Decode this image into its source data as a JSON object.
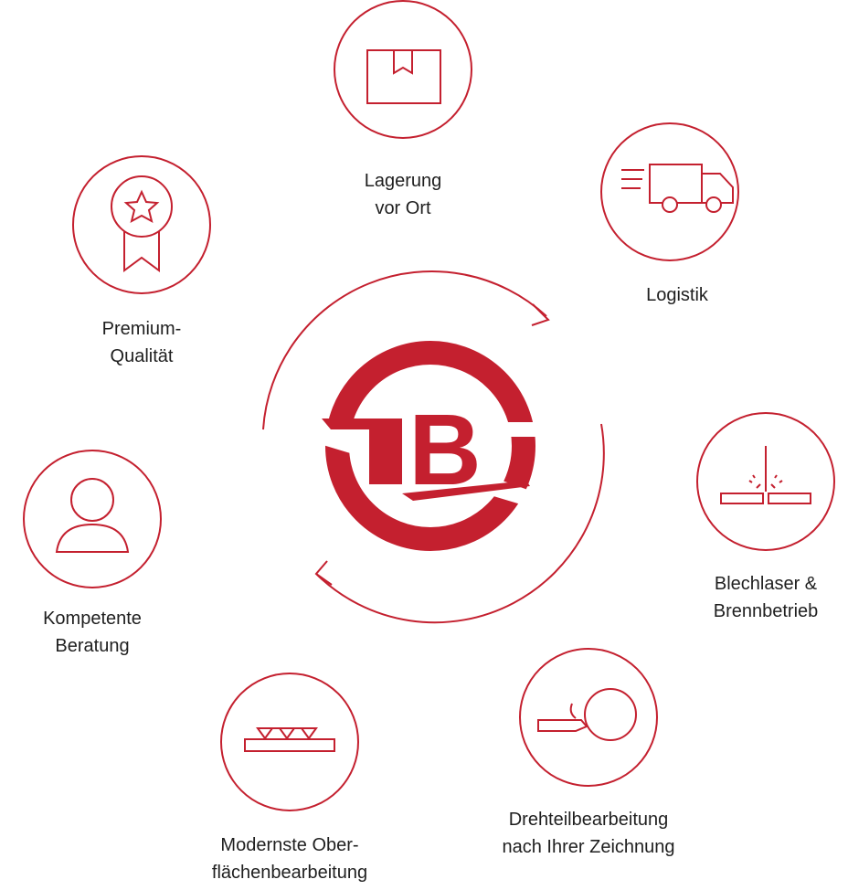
{
  "colors": {
    "accent": "#c4202f",
    "text": "#1f1f1f",
    "background": "#ffffff"
  },
  "center_logo": {
    "icon": "b-logo-icon",
    "letter": "B"
  },
  "services": [
    {
      "key": "lagerung",
      "icon": "box-icon",
      "line1": "Lagerung",
      "line2": "vor Ort"
    },
    {
      "key": "logistik",
      "icon": "truck-icon",
      "line1": "Logistik",
      "line2": ""
    },
    {
      "key": "blechlaser",
      "icon": "laser-cut-icon",
      "line1": "Blechlaser &",
      "line2": "Brennbetrieb"
    },
    {
      "key": "drehteil",
      "icon": "lathe-icon",
      "line1": "Drehteilbearbeitung",
      "line2": "nach Ihrer Zeichnung"
    },
    {
      "key": "oberflaeche",
      "icon": "surface-treatment-icon",
      "line1": "Modernste Ober-",
      "line2": "flächenbearbeitung"
    },
    {
      "key": "beratung",
      "icon": "user-icon",
      "line1": "Kompetente",
      "line2": "Beratung"
    },
    {
      "key": "qualitaet",
      "icon": "award-icon",
      "line1": "Premium-",
      "line2": "Qualität"
    }
  ]
}
